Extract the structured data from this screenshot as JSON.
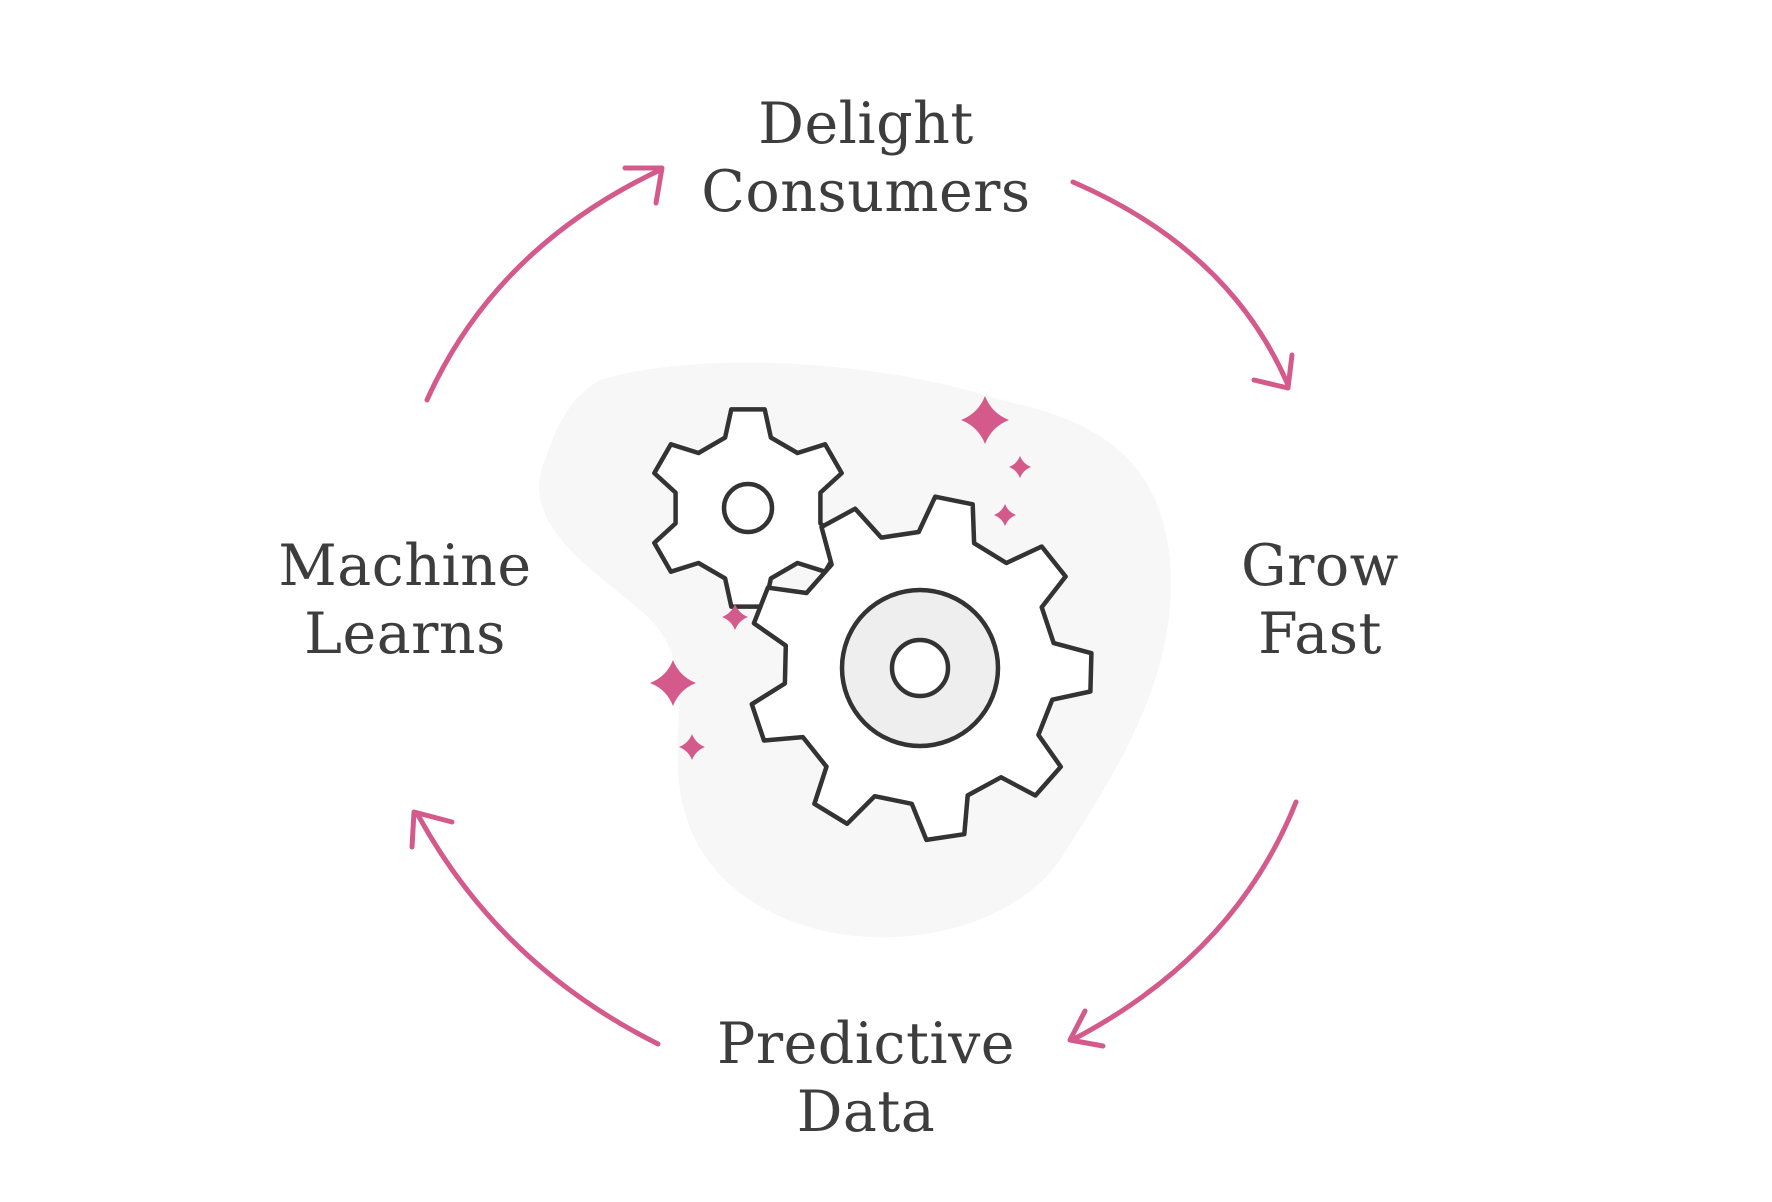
{
  "diagram": {
    "type": "cycle",
    "nodes": [
      {
        "id": "top",
        "lines": [
          "Delight",
          "Consumers"
        ]
      },
      {
        "id": "right",
        "lines": [
          "Grow",
          "Fast"
        ]
      },
      {
        "id": "bottom",
        "lines": [
          "Predictive",
          "Data"
        ]
      },
      {
        "id": "left",
        "lines": [
          "Machine",
          "Learns"
        ]
      }
    ],
    "edges": [
      {
        "from": "top",
        "to": "right"
      },
      {
        "from": "right",
        "to": "bottom"
      },
      {
        "from": "bottom",
        "to": "left"
      },
      {
        "from": "left",
        "to": "top"
      }
    ],
    "center_icon": "gears-icon",
    "colors": {
      "arrow": "#d45a8c",
      "text": "#3d3d3d",
      "gear_stroke": "#333333",
      "gear_hub": "#eeeeee",
      "backdrop": "#f7f7f7",
      "sparkle": "#d45a8c"
    }
  }
}
